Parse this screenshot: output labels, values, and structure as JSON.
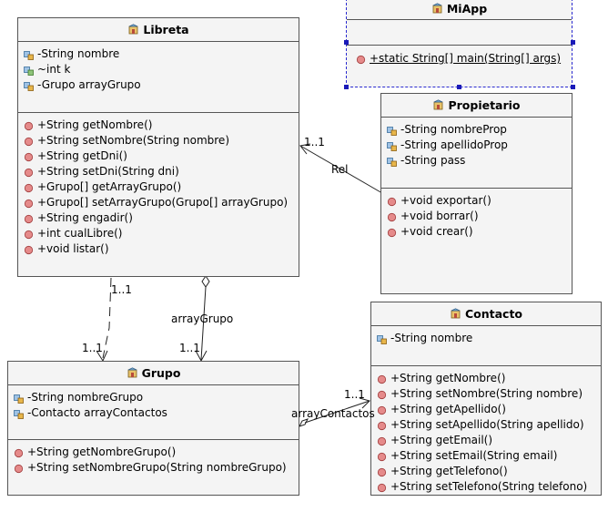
{
  "classes": {
    "libreta": {
      "name": "Libreta",
      "attributes": [
        {
          "vis": "private",
          "text": "-String nombre"
        },
        {
          "vis": "package",
          "text": "~int k"
        },
        {
          "vis": "private",
          "text": "-Grupo arrayGrupo"
        }
      ],
      "operations": [
        "+String getNombre()",
        "+String setNombre(String nombre)",
        "+String getDni()",
        "+String setDni(String dni)",
        "+Grupo[] getArrayGrupo()",
        "+Grupo[] setArrayGrupo(Grupo[] arrayGrupo)",
        "+String engadir()",
        "+int cualLibre()",
        "+void listar()"
      ]
    },
    "miapp": {
      "name": "MiApp",
      "attributes": [],
      "operations": [
        "+static String[] main(String[] args)"
      ]
    },
    "propietario": {
      "name": "Propietario",
      "attributes": [
        {
          "vis": "private",
          "text": "-String nombreProp"
        },
        {
          "vis": "private",
          "text": "-String apellidoProp"
        },
        {
          "vis": "private",
          "text": "-String pass"
        }
      ],
      "operations": [
        "+void exportar()",
        "+void borrar()",
        "+void crear()"
      ]
    },
    "grupo": {
      "name": "Grupo",
      "attributes": [
        {
          "vis": "private",
          "text": "-String nombreGrupo"
        },
        {
          "vis": "private",
          "text": "-Contacto arrayContactos"
        }
      ],
      "operations": [
        "+String getNombreGrupo()",
        "+String setNombreGrupo(String nombreGrupo)"
      ]
    },
    "contacto": {
      "name": "Contacto",
      "attributes": [
        {
          "vis": "private",
          "text": "-String nombre"
        }
      ],
      "operations": [
        "+String getNombre()",
        "+String setNombre(String nombre)",
        "+String getApellido()",
        "+String setApellido(String apellido)",
        "+String getEmail()",
        "+String setEmail(String email)",
        "+String getTelefono()",
        "+String setTelefono(String telefono)"
      ]
    }
  },
  "relations": {
    "rel": {
      "name": "Rel",
      "multiplicity": "1..1"
    },
    "libreta_grupo_dep": {
      "source_mult": "1..1",
      "target_mult": "1..1"
    },
    "arraygrupo": {
      "name": "arrayGrupo",
      "multiplicity": "1..1"
    },
    "arraycontactos": {
      "name": "arrayContactos",
      "multiplicity": "1..1"
    }
  },
  "colors": {
    "selection": "#1a1ab8",
    "border": "#555555",
    "fill": "#f4f4f4"
  }
}
